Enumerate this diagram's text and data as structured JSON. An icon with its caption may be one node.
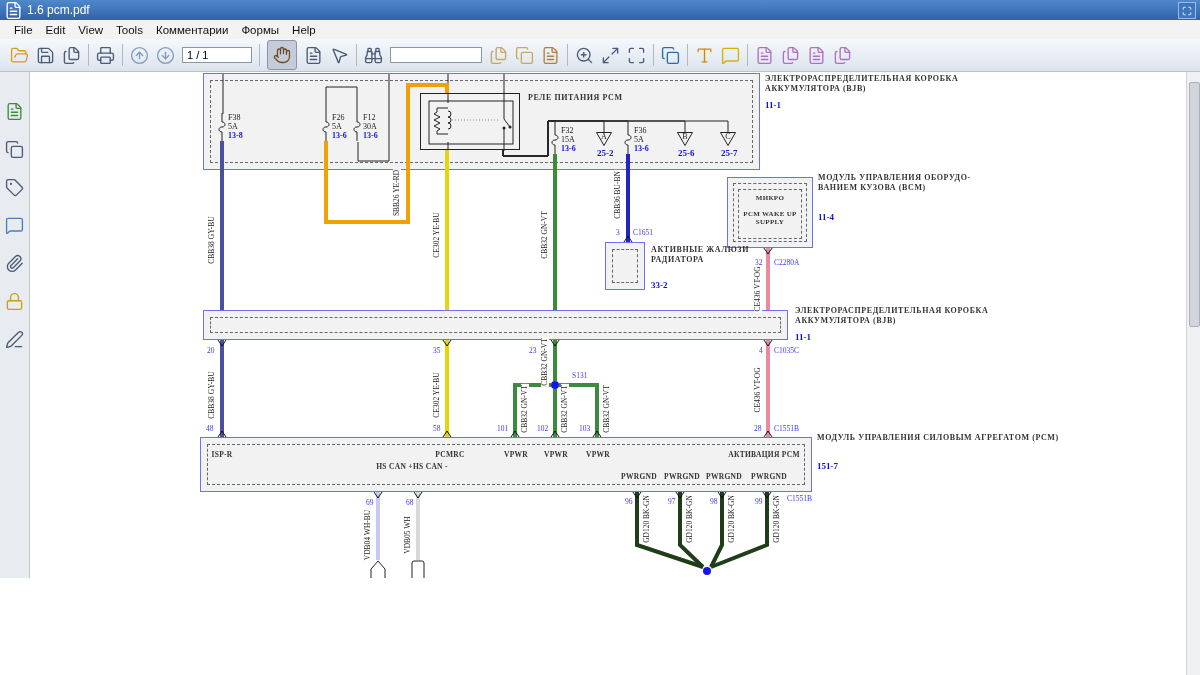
{
  "diagram": {
    "nodes": [
      {
        "text": [
          "ЭЛЕКТРОРАСПРЕДЕЛИТЕЛЬНАЯ КОРОБКА АККУМУЛЯТОРА (BJB)",
          "11-1"
        ]
      },
      {
        "text": [
          "F38 5A",
          "13-8"
        ],
        "in": 0
      },
      {
        "text": [
          "F26 5A",
          "13-6"
        ],
        "in": 0
      },
      {
        "text": [
          "F12 30A",
          "13-6"
        ],
        "in": 0
      },
      {
        "text": [
          "РЕЛЕ ПИТАНИЯ PCM"
        ],
        "in": 0
      },
      {
        "text": [
          "F32 15A",
          "13-6"
        ],
        "in": 0
      },
      {
        "text": [
          "F36 5A",
          "13-6"
        ],
        "in": 0
      },
      {
        "text": [
          "A"
        ],
        "in": 0,
        "beside": [
          "25-2"
        ]
      },
      {
        "text": [
          "B"
        ],
        "in": 0,
        "beside": [
          "25-6"
        ]
      },
      {
        "text": [
          "C"
        ],
        "in": 0,
        "beside": [
          "25-7"
        ]
      },
      {
        "text": [
          "МОДУЛЬ УПРАВЛЕНИЯ ОБОРУДО- ВАНИЕМ КУЗОВА (BCM)",
          "11-4"
        ]
      },
      {
        "text": [
          "МИКРО",
          "PCM WAKE UP SUPPLY"
        ],
        "in": 10
      },
      {
        "text": [
          "АКТИВНЫЕ ЖАЛЮЗИ РАДИАТОРА",
          "33-2"
        ]
      },
      {
        "text": [
          "ЭЛЕКТРОРАСПРЕДЕЛИТЕЛЬНАЯ КОРОБКА АККУМУЛЯТОРА (BJB)",
          "11-1"
        ]
      },
      {
        "text": [
          "МОДУЛЬ УПРАВЛЕНИЯ СИЛОВЫМ АГРЕГАТОМ (PCM)",
          "151-7"
        ]
      },
      {
        "text": [
          "ISP-R"
        ],
        "in": 14
      },
      {
        "text": [
          "PCMRC"
        ],
        "in": 14
      },
      {
        "text": [
          "VPWR"
        ],
        "in": 14
      },
      {
        "text": [
          "VPWR"
        ],
        "in": 14
      },
      {
        "text": [
          "VPWR"
        ],
        "in": 14
      },
      {
        "text": [
          "АКТИВАЦИЯ PCM"
        ],
        "in": 14
      },
      {
        "text": [
          "HS CAN +HS CAN -"
        ],
        "in": 14
      },
      {
        "text": [
          "PWRGND"
        ],
        "in": 14
      },
      {
        "text": [
          "PWRGND"
        ],
        "in": 14
      },
      {
        "text": [
          "PWRGND"
        ],
        "in": 14
      },
      {
        "text": [
          "PWRGND"
        ],
        "in": 14
      },
      {
        "text": [],
        "shape": "circle",
        "beside": [
          "S131"
        ]
      },
      {
        "text": [],
        "shape": "circle"
      },
      {
        "text": [],
        "shape": "box"
      },
      {
        "text": [],
        "shape": "box"
      }
    ],
    "edges": [
      {
        "from": 1,
        "to": 13,
        "arrow": "none",
        "label": "CBB38 GY-BU",
        "color": "#4b4fa0"
      },
      {
        "from": 13,
        "to": 15,
        "arrow": "other",
        "label": "CBB38 GY-BU",
        "color": "#4b4fa0"
      },
      {
        "from": 2,
        "to": 4,
        "arrow": "none",
        "label": "SBB26 YE-RD",
        "color": "#f2a007"
      },
      {
        "from": 4,
        "to": 13,
        "arrow": "none",
        "label": "CE302 YE-BU",
        "color": "#e6d50a"
      },
      {
        "from": 13,
        "to": 16,
        "arrow": "other",
        "label": "CE302 YE-BU",
        "color": "#e6d50a"
      },
      {
        "from": 5,
        "to": 13,
        "arrow": "none",
        "label": "CBB32 GN-VT",
        "color": "#3d8a3d"
      },
      {
        "from": 13,
        "to": 26,
        "arrow": "other",
        "label": "CBB32 GN-VT",
        "color": "#3d8a3d"
      },
      {
        "from": 26,
        "to": 17,
        "arrow": "other",
        "label": "CBB32 GN-VT",
        "color": "#3d8a3d"
      },
      {
        "from": 26,
        "to": 18,
        "arrow": "other",
        "label": "CBB32 GN-VT",
        "color": "#3d8a3d"
      },
      {
        "from": 26,
        "to": 19,
        "arrow": "other",
        "label": "CBB32 GN-VT",
        "color": "#3d8a3d"
      },
      {
        "from": 6,
        "to": 12,
        "arrow": "other",
        "label": "CBB36 BU-BN",
        "color": "#2323c8"
      },
      {
        "from": 10,
        "to": 13,
        "arrow": "other",
        "label": "CE436 VT-OG",
        "color": "#e88aa0"
      },
      {
        "from": 13,
        "to": 20,
        "arrow": "other",
        "label": "CE436 VT-OG",
        "color": "#e88aa0"
      },
      {
        "from": 21,
        "to": 28,
        "arrow": "other",
        "label": "VDB04 WH-BU",
        "color": "#c9c9ef"
      },
      {
        "from": 21,
        "to": 29,
        "arrow": "other",
        "label": "VDB05 WH",
        "color": "#d8d8d8"
      },
      {
        "from": 22,
        "to": 27,
        "arrow": "other",
        "label": "GD120 BK-GN",
        "color": "#1f3d18"
      },
      {
        "from": 23,
        "to": 27,
        "arrow": "other",
        "label": "GD120 BK-GN",
        "color": "#1f3d18"
      },
      {
        "from": 24,
        "to": 27,
        "arrow": "other",
        "label": "GD120 BK-GN",
        "color": "#1f3d18"
      },
      {
        "from": 25,
        "to": 27,
        "arrow": "other",
        "label": "GD120 BK-GN",
        "color": "#1f3d18"
      },
      {
        "from": 4,
        "to": 5,
        "arrow": "none"
      },
      {
        "from": 4,
        "to": 6,
        "arrow": "none"
      },
      {
        "from": 4,
        "to": 7,
        "arrow": "none"
      },
      {
        "from": 4,
        "to": 8,
        "arrow": "none"
      },
      {
        "from": 4,
        "to": 9,
        "arrow": "none"
      },
      {
        "from": 2,
        "to": 3,
        "arrow": "none"
      }
    ],
    "labels": [
      "1.6 pcm.pdf",
      "File",
      "Edit",
      "View",
      "Tools",
      "Комментарии",
      "Формы",
      "Help",
      "1 / 1",
      "3",
      "C1651",
      "32",
      "C2280A",
      "20",
      "35",
      "23",
      "4",
      "C1035C",
      "48",
      "58",
      "101",
      "102",
      "103",
      "28",
      "C1551B",
      "69",
      "68",
      "96",
      "97",
      "98",
      "99",
      "C1551B"
    ]
  }
}
